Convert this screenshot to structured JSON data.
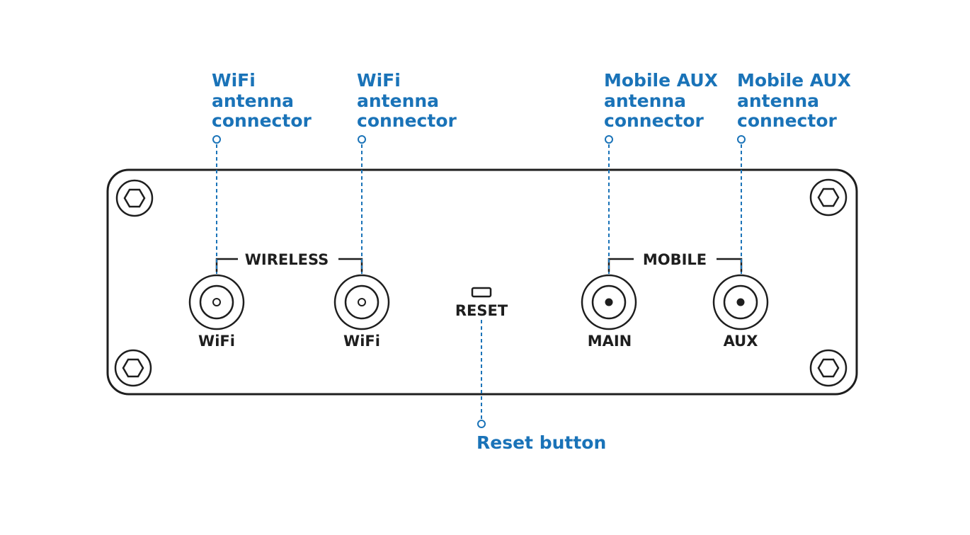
{
  "colors": {
    "callout": "#1a73b8",
    "device": "#1e1e1e",
    "background": "#ffffff"
  },
  "callouts": {
    "wifi_1": [
      "WiFi",
      "antenna",
      "connector"
    ],
    "wifi_2": [
      "WiFi",
      "antenna",
      "connector"
    ],
    "mobile_main": [
      "Mobile AUX",
      "antenna",
      "connector"
    ],
    "mobile_aux": [
      "Mobile AUX",
      "antenna",
      "connector"
    ],
    "reset": "Reset button"
  },
  "panel": {
    "wireless_group": "WIRELESS",
    "mobile_group": "MOBILE",
    "reset_label": "RESET",
    "ports": {
      "wifi_1": "WiFi",
      "wifi_2": "WiFi",
      "main": "MAIN",
      "aux": "AUX"
    }
  },
  "icons": [
    "hex-screw-icon",
    "sma-connector-icon",
    "reset-button-icon"
  ]
}
